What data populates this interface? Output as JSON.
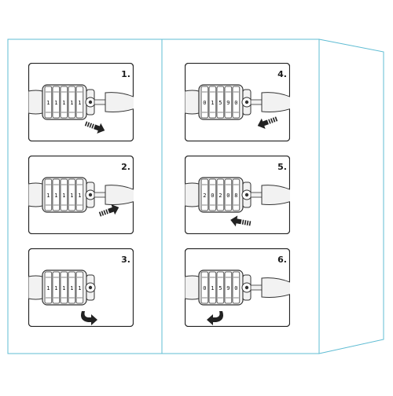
{
  "manual": {
    "colors": {
      "frame": "#5fbcd3",
      "card_border": "#222222",
      "lock_fill": "#f2f2f2",
      "lock_stroke": "#333333",
      "arrow": "#222222"
    },
    "steps": [
      {
        "label": "1.",
        "action": "pull-out-key",
        "arrow": "down-right",
        "digits": [
          "1",
          "1",
          "1",
          "1",
          "1"
        ]
      },
      {
        "label": "2.",
        "action": "push-in-key",
        "arrow": "up-right",
        "digits": [
          "1",
          "1",
          "1",
          "1",
          "1"
        ]
      },
      {
        "label": "3.",
        "action": "rotate-knob",
        "arrow": "rotate-cw",
        "digits": [
          "1",
          "1",
          "1",
          "1",
          "1"
        ]
      },
      {
        "label": "4.",
        "action": "pull-out-key",
        "arrow": "down-left",
        "digits": [
          "0",
          "1",
          "5",
          "9",
          "0"
        ]
      },
      {
        "label": "5.",
        "action": "push-in-key",
        "arrow": "left",
        "digits": [
          "2",
          "0",
          "2",
          "0",
          "8"
        ]
      },
      {
        "label": "6.",
        "action": "rotate-knob",
        "arrow": "rotate-ccw",
        "digits": [
          "0",
          "1",
          "5",
          "9",
          "0"
        ]
      }
    ]
  }
}
